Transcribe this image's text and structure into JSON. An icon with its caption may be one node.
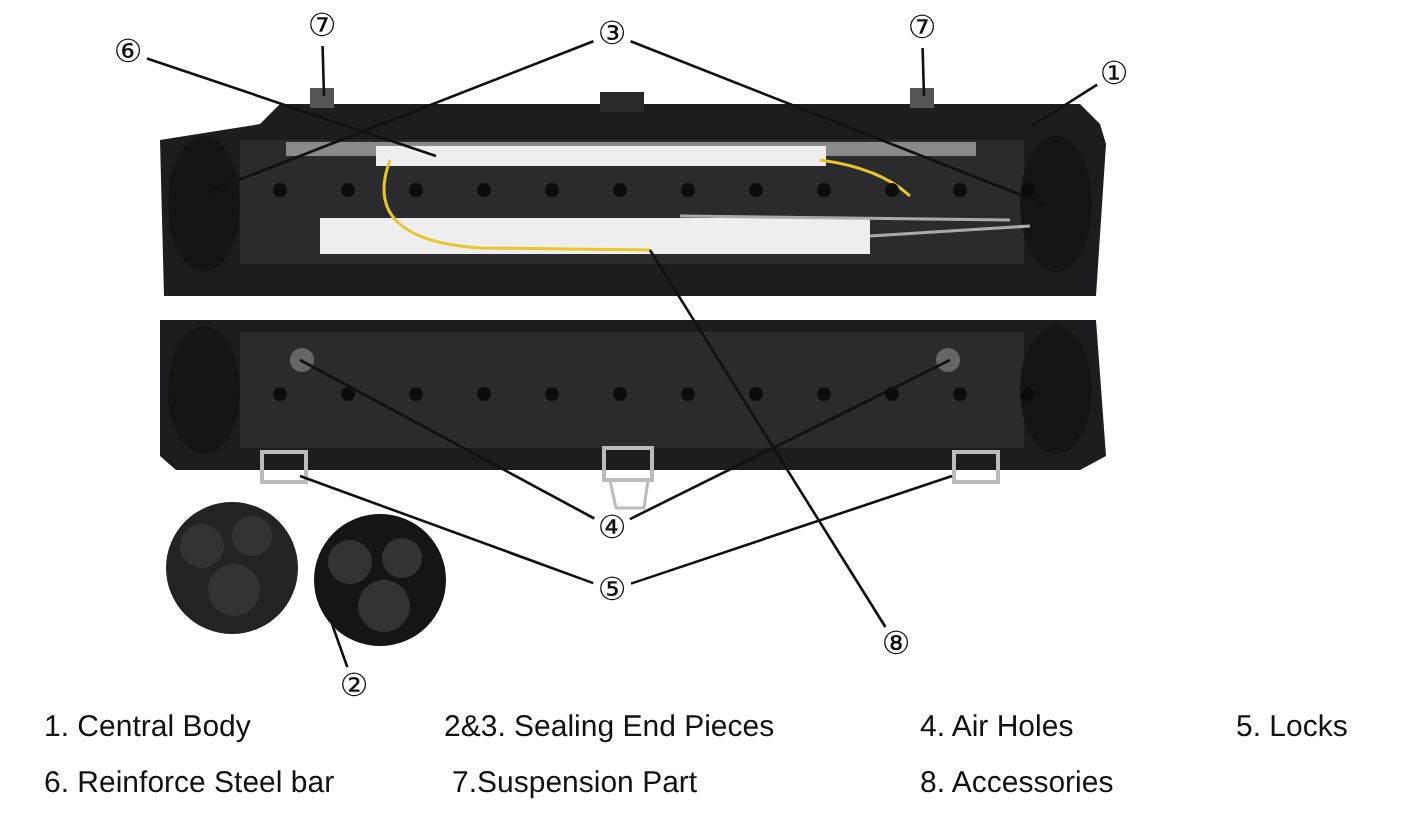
{
  "diagram": {
    "nodes": [
      {
        "text": [
          "⑦"
        ]
      },
      {
        "text": [
          "③"
        ]
      },
      {
        "text": [
          "⑦"
        ]
      },
      {
        "text": [
          "⑥"
        ]
      },
      {
        "text": [
          "①"
        ]
      },
      {
        "text": [
          "④"
        ]
      },
      {
        "text": [
          "⑤"
        ]
      },
      {
        "text": [
          "⑧"
        ]
      },
      {
        "text": [
          "②"
        ]
      }
    ],
    "edges": [
      {
        "from": 0,
        "to": null,
        "arrow": "none"
      },
      {
        "from": 1,
        "to": null,
        "arrow": "none"
      },
      {
        "from": 1,
        "to": null,
        "arrow": "none"
      },
      {
        "from": 2,
        "to": null,
        "arrow": "none"
      },
      {
        "from": 3,
        "to": null,
        "arrow": "none"
      },
      {
        "from": 4,
        "to": null,
        "arrow": "none"
      },
      {
        "from": 5,
        "to": null,
        "arrow": "none"
      },
      {
        "from": 5,
        "to": null,
        "arrow": "none"
      },
      {
        "from": 6,
        "to": null,
        "arrow": "none"
      },
      {
        "from": 6,
        "to": null,
        "arrow": "none"
      },
      {
        "from": 7,
        "to": null,
        "arrow": "none"
      },
      {
        "from": 8,
        "to": null,
        "arrow": "none"
      }
    ],
    "labels": [
      "1.  Central Body",
      "2&3. Sealing End Pieces",
      "4. Air Holes",
      "5. Locks",
      "6. Reinforce Steel bar",
      "7.Suspension Part",
      "8. Accessories"
    ]
  }
}
